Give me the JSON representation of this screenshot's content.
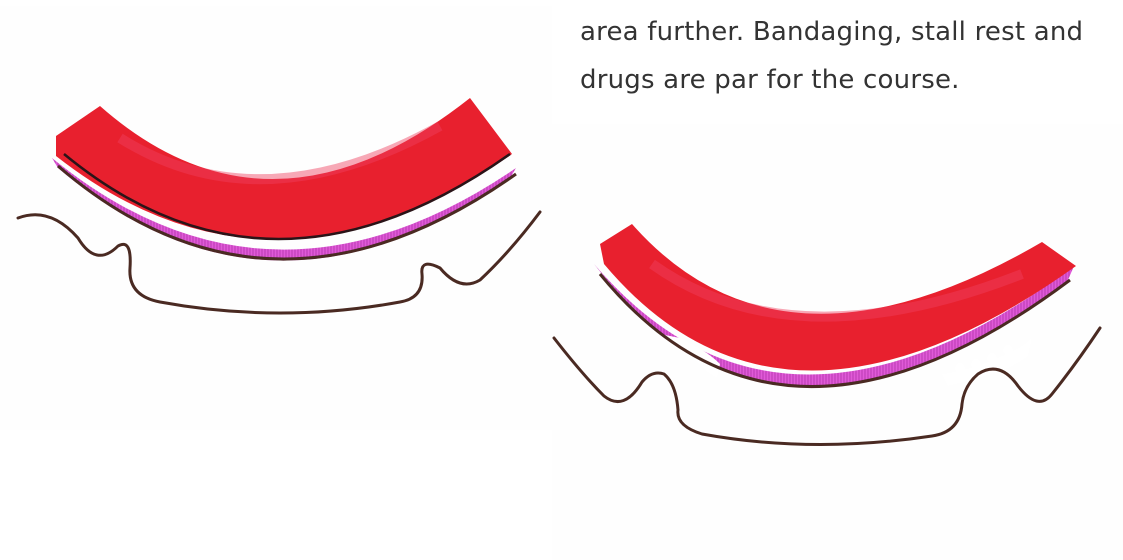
{
  "article": {
    "text_line_1": "area further. Bandaging, stall rest and",
    "text_line_2": "drugs are par for the course."
  },
  "figures": {
    "left": {
      "description_icon": "hoof-wall-cross-section-healthy-illustration"
    },
    "right": {
      "description_icon": "hoof-wall-cross-section-separation-illustration"
    }
  },
  "colors": {
    "tissue_red": "#e8202e",
    "lamina_pink": "#e05ad8",
    "outline_brown": "#4a2a22",
    "text": "#333333"
  }
}
